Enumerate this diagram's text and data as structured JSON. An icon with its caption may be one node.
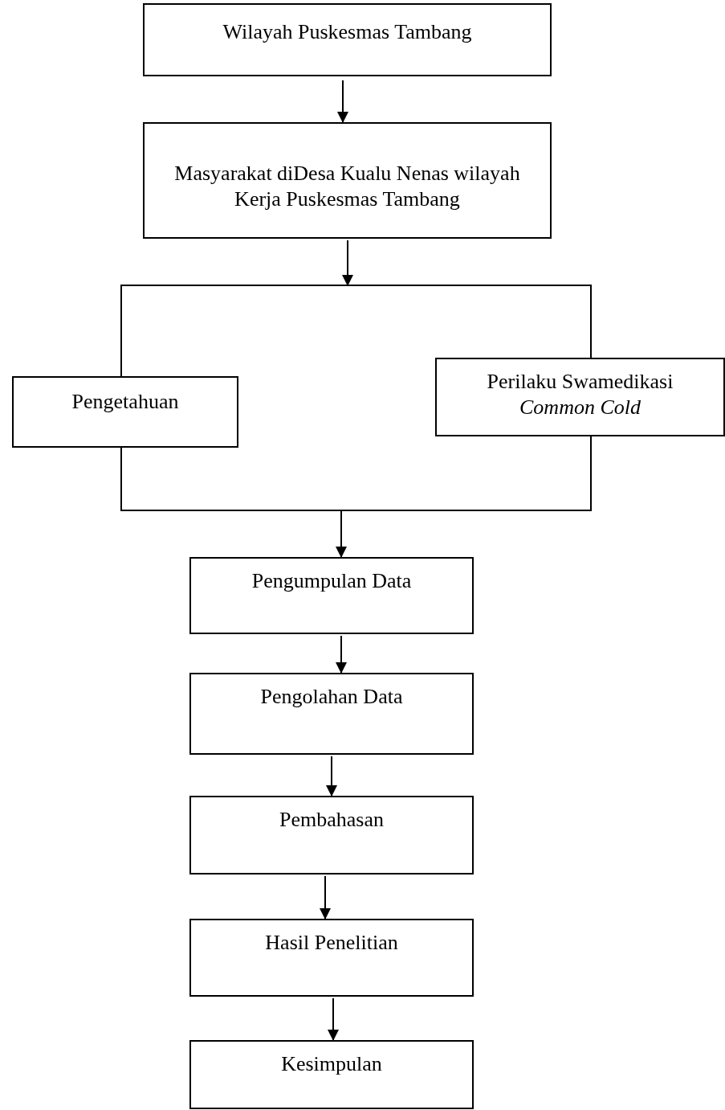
{
  "diagram": {
    "nodes": [
      {
        "text": [
          "Wilayah Puskesmas Tambang"
        ]
      },
      {
        "text": [
          "Masyarakat diDesa Kualu Nenas wilayah Kerja Puskesmas Tambang"
        ]
      },
      {
        "text": [
          "Pengetahuan"
        ]
      },
      {
        "text": [
          "Perilaku Swamedikasi *Common Cold*"
        ]
      },
      {
        "text": [
          "Pengumpulan Data"
        ]
      },
      {
        "text": [
          "Pengolahan Data"
        ]
      },
      {
        "text": [
          "Pembahasan"
        ]
      },
      {
        "text": [
          "Hasil Penelitian"
        ]
      },
      {
        "text": [
          "Kesimpulan"
        ]
      }
    ],
    "edges": [
      {
        "from": 0,
        "to": 1,
        "arrow": "to"
      },
      {
        "from": 1,
        "to": null,
        "arrow": "to"
      },
      {
        "from": 1,
        "to": 2,
        "arrow": "none"
      },
      {
        "from": 1,
        "to": 3,
        "arrow": "none"
      },
      {
        "from": null,
        "to": 4,
        "arrow": "to"
      },
      {
        "from": 2,
        "to": 4,
        "arrow": "none"
      },
      {
        "from": 3,
        "to": 4,
        "arrow": "none"
      },
      {
        "from": 4,
        "to": 5,
        "arrow": "to"
      },
      {
        "from": 5,
        "to": 6,
        "arrow": "to"
      },
      {
        "from": 6,
        "to": 7,
        "arrow": "to"
      },
      {
        "from": 7,
        "to": 8,
        "arrow": "to"
      }
    ]
  }
}
